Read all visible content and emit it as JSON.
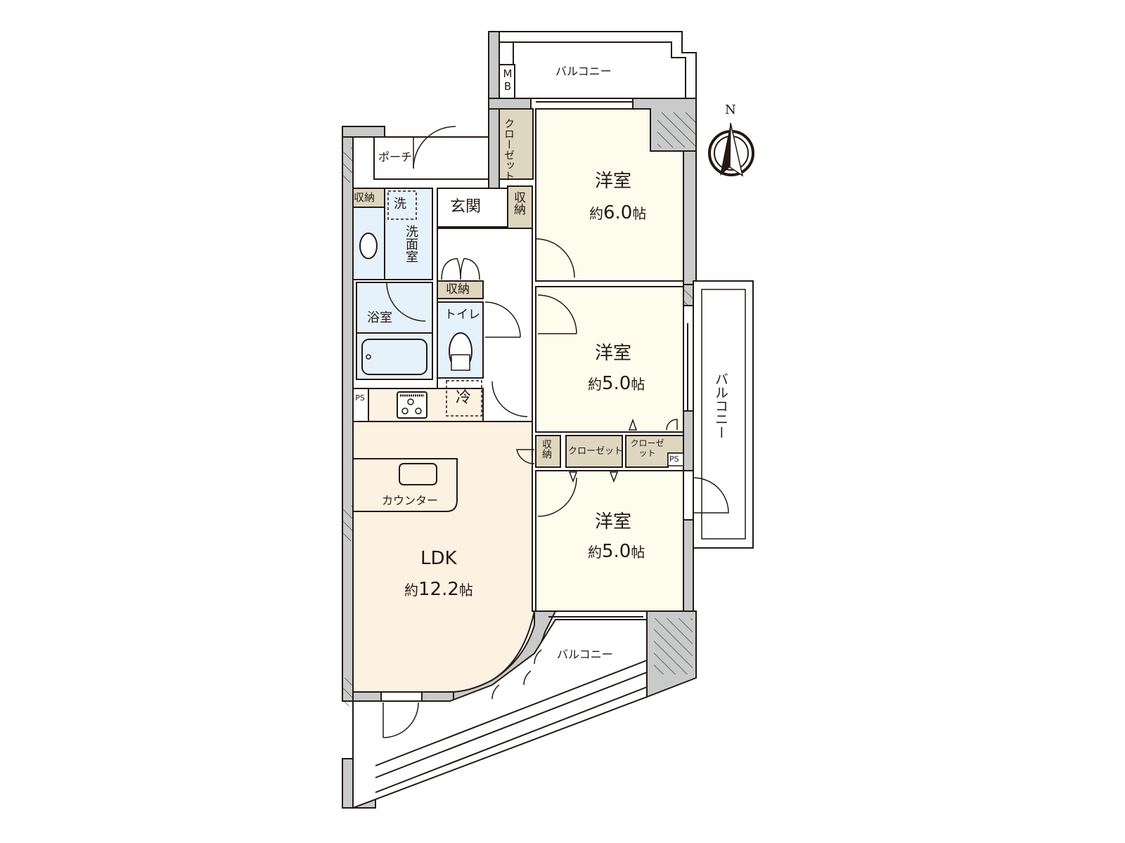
{
  "floorplan": {
    "colors": {
      "wall": "#c9caca",
      "wall_stroke": "#231815",
      "western_room": "#fefcec",
      "ldk": "#fdf1e1",
      "wet_area": "#e5f1fb",
      "storage": "#ded6bf",
      "balcony": "#ffffff"
    },
    "compass": {
      "label": "N"
    },
    "rooms": {
      "western_room_1": {
        "name": "洋室",
        "size_prefix": "約",
        "size_value": "6.0",
        "size_unit": "帖"
      },
      "western_room_2": {
        "name": "洋室",
        "size_prefix": "約",
        "size_value": "5.0",
        "size_unit": "帖"
      },
      "western_room_3": {
        "name": "洋室",
        "size_prefix": "約",
        "size_value": "5.0",
        "size_unit": "帖"
      },
      "ldk": {
        "name": "LDK",
        "size_prefix": "約",
        "size_value": "12.2",
        "size_unit": "帖"
      },
      "entrance": {
        "name": "玄関"
      },
      "porch": {
        "name": "ポーチ"
      },
      "washroom": {
        "name": "洗面室"
      },
      "washer": {
        "name": "洗"
      },
      "bathroom": {
        "name": "浴室"
      },
      "toilet": {
        "name": "トイレ"
      },
      "fridge": {
        "name": "冷"
      },
      "counter": {
        "name": "カウンター"
      }
    },
    "storage": {
      "closet_top": "クローゼット",
      "shuno_entrance": "収納",
      "shuno_wash": "収納",
      "shuno_hall": "収納",
      "shuno_mid": "収納",
      "closet_mid": "クローゼット",
      "closet_right": "クローゼット"
    },
    "utilities": {
      "mb": "MB",
      "ps_kitchen": "PS",
      "ps_right": "PS"
    },
    "balconies": {
      "top": "バルコニー",
      "right": "バルコニー",
      "bottom": "バルコニー"
    }
  }
}
